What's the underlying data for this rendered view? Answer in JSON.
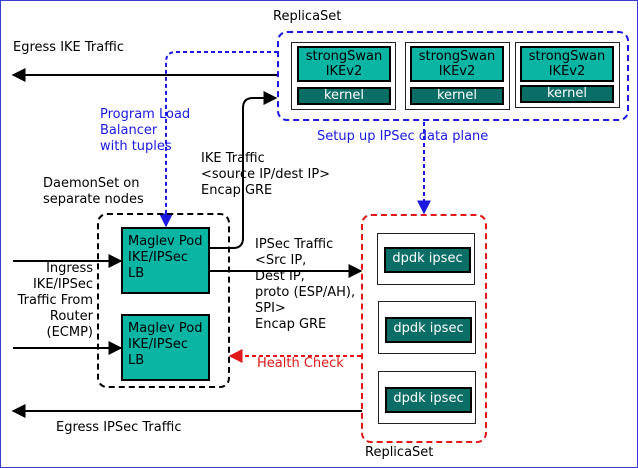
{
  "replicaset_top": {
    "title": "ReplicaSet",
    "instances": [
      {
        "app": "strongSwan IKEv2",
        "kernel": "kernel"
      },
      {
        "app": "strongSwan IKEv2",
        "kernel": "kernel"
      },
      {
        "app": "strongSwan IKEv2",
        "kernel": "kernel"
      }
    ],
    "setup_label": "Setup up IPSec data plane"
  },
  "daemonset": {
    "title": "DaemonSet on separate nodes",
    "pods": [
      {
        "label": "Maglev Pod IKE/IPSec LB"
      },
      {
        "label": "Maglev Pod IKE/IPSec LB"
      }
    ]
  },
  "replicaset_bottom": {
    "title": "ReplicaSet",
    "instances": [
      {
        "label": "dpdk ipsec"
      },
      {
        "label": "dpdk ipsec"
      },
      {
        "label": "dpdk ipsec"
      }
    ]
  },
  "labels": {
    "egress_ike": "Egress IKE Traffic",
    "egress_ipsec": "Egress IPSec Traffic",
    "program_lb": [
      "Program Load",
      "Balancer",
      "with tuples"
    ],
    "ike_traffic": [
      "IKE Traffic",
      "<source IP/dest IP>",
      "Encap GRE"
    ],
    "ipsec_traffic": [
      "IPSec Traffic",
      "<Src IP,",
      "Dest IP,",
      "proto (ESP/AH),",
      "SPI>",
      "Encap GRE"
    ],
    "ingress": [
      "Ingress",
      "IKE/IPSec",
      "Traffic From",
      "Router",
      "(ECMP)"
    ],
    "health_check": "Health Check"
  },
  "colors": {
    "control_blue": "#1a1ae0",
    "health_red": "#e01818",
    "pod_teal": "#0ab5a4",
    "inner_dark_teal": "#0b6e66"
  }
}
